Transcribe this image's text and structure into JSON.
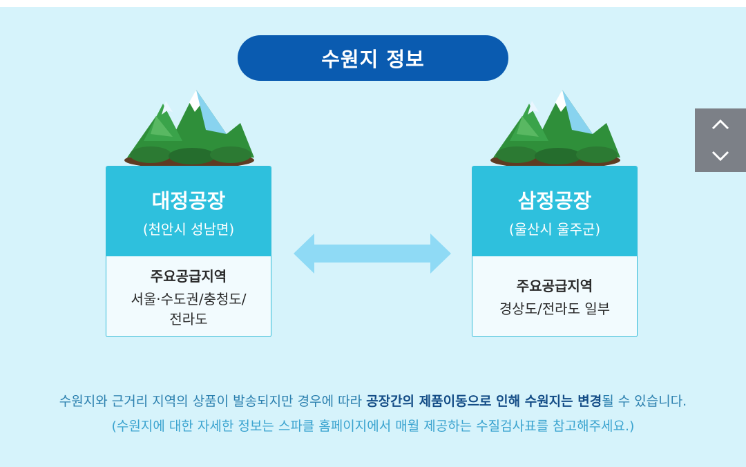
{
  "header": {
    "title": "수원지 정보"
  },
  "factories": [
    {
      "name": "대정공장",
      "location": "(천안시 성남면)",
      "supply_label": "주요공급지역",
      "supply_line1": "서울·수도권/충청도/",
      "supply_line2": "전라도"
    },
    {
      "name": "삼정공장",
      "location": "(울산시 울주군)",
      "supply_label": "주요공급지역",
      "supply_line1": "경상도/전라도 일부",
      "supply_line2": ""
    }
  ],
  "notes": {
    "line1_part1": "수원지와 근거리 지역의 상품이 발송되지만 경우에 따라 ",
    "line1_bold1": "공장간의 제품이동으로 인해 수원지는 변경",
    "line1_part2": "될 수 있습니다.",
    "line2": "(수원지에 대한 자세한 정보는 스파클 홈페이지에서 매월 제공하는 수질검사표를 참고해주세요.)"
  },
  "colors": {
    "background": "#d6f3fb",
    "title_pill": "#0a5bb0",
    "card_header": "#2ec0dd",
    "arrow": "#8fdaf5",
    "note_primary": "#2a7fae",
    "note_secondary": "#3aa3cf"
  },
  "icons": [
    "mountain-icon",
    "double-arrow-icon",
    "chevron-up-icon",
    "chevron-down-icon"
  ]
}
